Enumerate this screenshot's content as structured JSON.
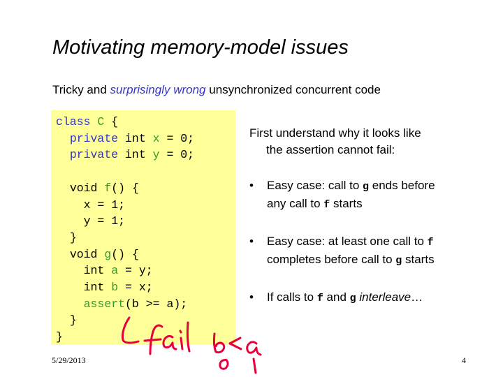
{
  "slide": {
    "title": "Motivating memory-model issues",
    "subtitle": {
      "before": "Tricky and ",
      "emphasis": "surprisingly wrong",
      "after": " unsynchronized concurrent code"
    },
    "code": {
      "line1": {
        "kw": "class",
        "name": "C",
        "rest": " {"
      },
      "line2": {
        "kw": "private",
        "type": "int",
        "var": "x",
        "rest": " = 0;"
      },
      "line3": {
        "kw": "private",
        "type": "int",
        "var": "y",
        "rest": " = 0;"
      },
      "line4": {
        "type": "void",
        "fn": "f",
        "rest": "() {"
      },
      "line5": "x = 1;",
      "line6": "y = 1;",
      "line7": "}",
      "line8": {
        "type": "void",
        "fn": "g",
        "rest": "() {"
      },
      "line9": {
        "type": "int",
        "var": "a",
        "rest": " = y;"
      },
      "line10": {
        "type": "int",
        "var": "b",
        "rest": " = x;"
      },
      "line11": {
        "fn": "assert",
        "rest": "(b >= a);"
      },
      "line12": "}",
      "line13": "}"
    },
    "right": {
      "intro_line1": "First understand why it looks like",
      "intro_line2": "the assertion cannot fail:",
      "bullet_symbol": "•",
      "b1": {
        "t1": "Easy case:  call to ",
        "c1": "g",
        "t2": " ends before",
        "t3": "any call to ",
        "c2": "f",
        "t4": " starts"
      },
      "b2": {
        "t1": "Easy case: at least one call to ",
        "c1": "f",
        "t2": "completes before call to ",
        "c2": "g",
        "t3": " starts"
      },
      "b3": {
        "t1": "If calls to ",
        "c1": "f",
        "t2": " and ",
        "c2": "g",
        "t3": " ",
        "em": "interleave",
        "t4": "…"
      }
    },
    "footer": {
      "date": "5/29/2013",
      "page": "4"
    },
    "annotation": {
      "word": "fail",
      "expr": "b<a",
      "b_value": "0",
      "a_value": "1",
      "ink_color": "#e8003c"
    }
  }
}
